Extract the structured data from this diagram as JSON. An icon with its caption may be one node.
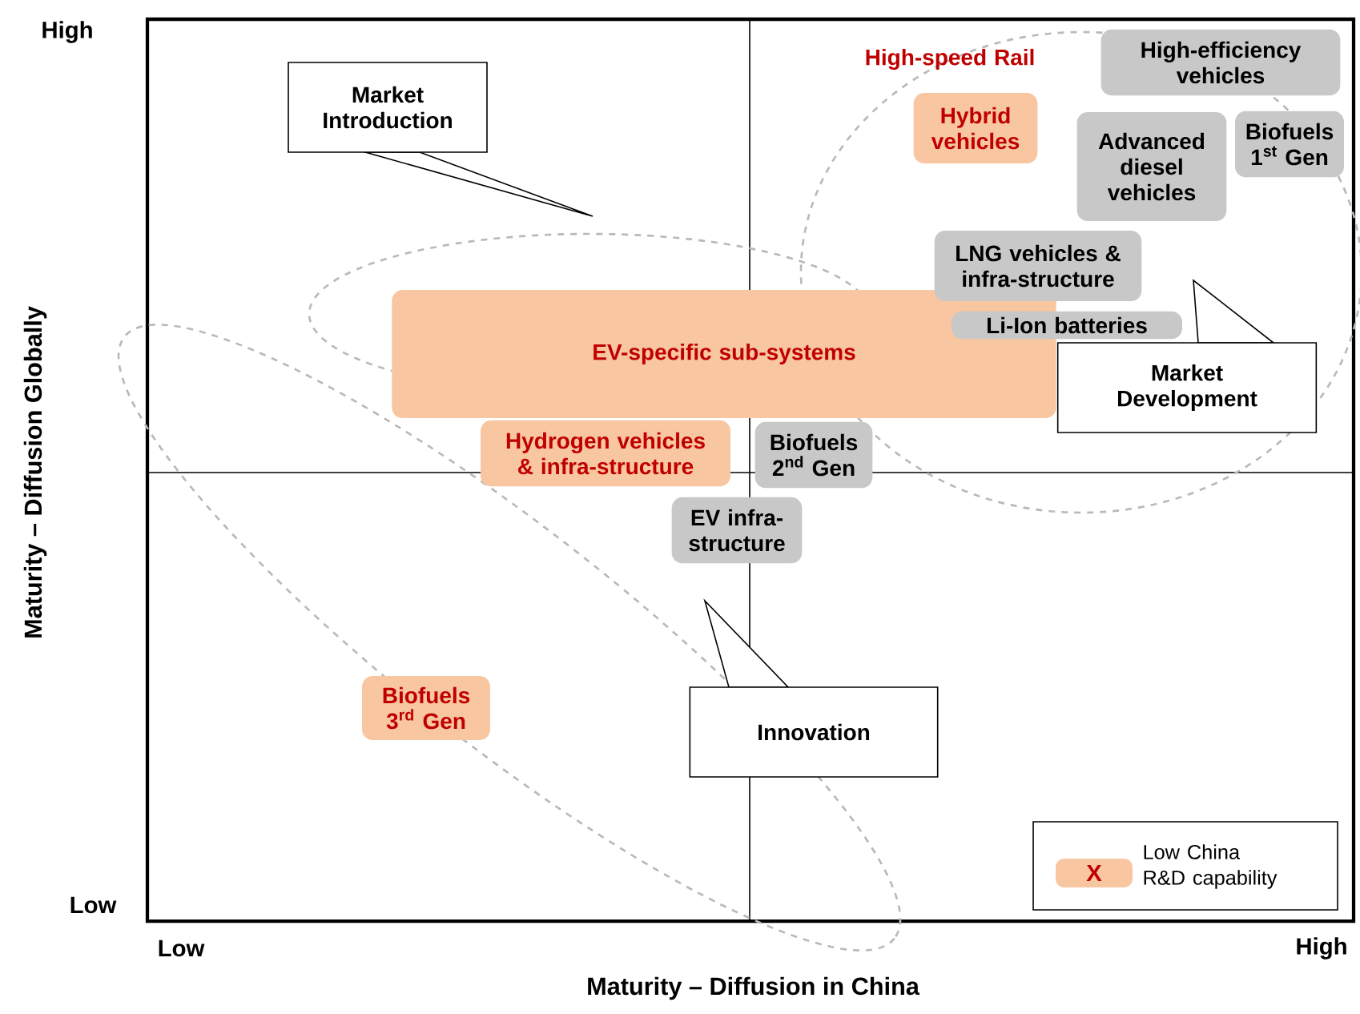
{
  "diagram": {
    "nodes": [
      {
        "text": [
          "Market Introduction"
        ]
      },
      {
        "text": [
          "High-speed Rail"
        ]
      },
      {
        "text": [
          "Hybrid vehicles"
        ]
      },
      {
        "text": [
          "High-efficiency vehicles"
        ]
      },
      {
        "text": [
          "Advanced diesel vehicles"
        ]
      },
      {
        "text": [
          "Biofuels 1$^{st}$ Gen"
        ]
      },
      {
        "text": [
          "LNG vehicles & infra-structure"
        ]
      },
      {
        "text": [
          "Li-Ion batteries"
        ]
      },
      {
        "text": [
          "EV-specific sub-systems"
        ]
      },
      {
        "text": [
          "Market Development"
        ]
      },
      {
        "text": [
          "Hydrogen vehicles & infra-structure"
        ]
      },
      {
        "text": [
          "Biofuels 2$^{nd}$ Gen"
        ]
      },
      {
        "text": [
          "EV infra-structure"
        ]
      },
      {
        "text": [
          "Biofuels 3$^{rd}$ Gen"
        ]
      },
      {
        "text": [
          "Innovation"
        ]
      }
    ],
    "edges": [],
    "labels": [
      "High",
      "Maturity – Diffusion Globally",
      "X",
      "Low",
      "Low",
      "High",
      "Maturity – Diffusion in China"
    ],
    "legend": [
      {
        "text": "Low China R&D capability",
        "color": "#f8c6a0"
      }
    ]
  }
}
